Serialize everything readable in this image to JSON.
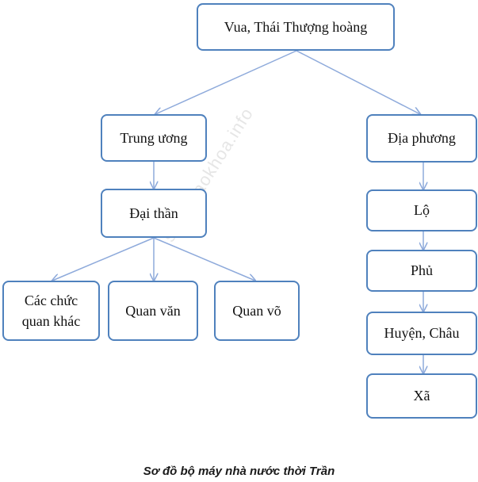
{
  "nodes": {
    "king": "Vua, Thái Thượng hoàng",
    "central": "Trung ương",
    "local": "Địa phương",
    "minister": "Đại thần",
    "other_officials": "Các chức\nquan khác",
    "civil_officials": "Quan văn",
    "military_officials": "Quan võ",
    "lo": "Lộ",
    "phu": "Phủ",
    "huyen_chau": "Huyện, Châu",
    "xa": "Xã"
  },
  "caption": "Sơ đồ bộ máy nhà nước thời Trần",
  "watermark": "sachgiaokhoa.info",
  "colors": {
    "box_border": "#4f81bd",
    "connector": "#8eaadb"
  }
}
